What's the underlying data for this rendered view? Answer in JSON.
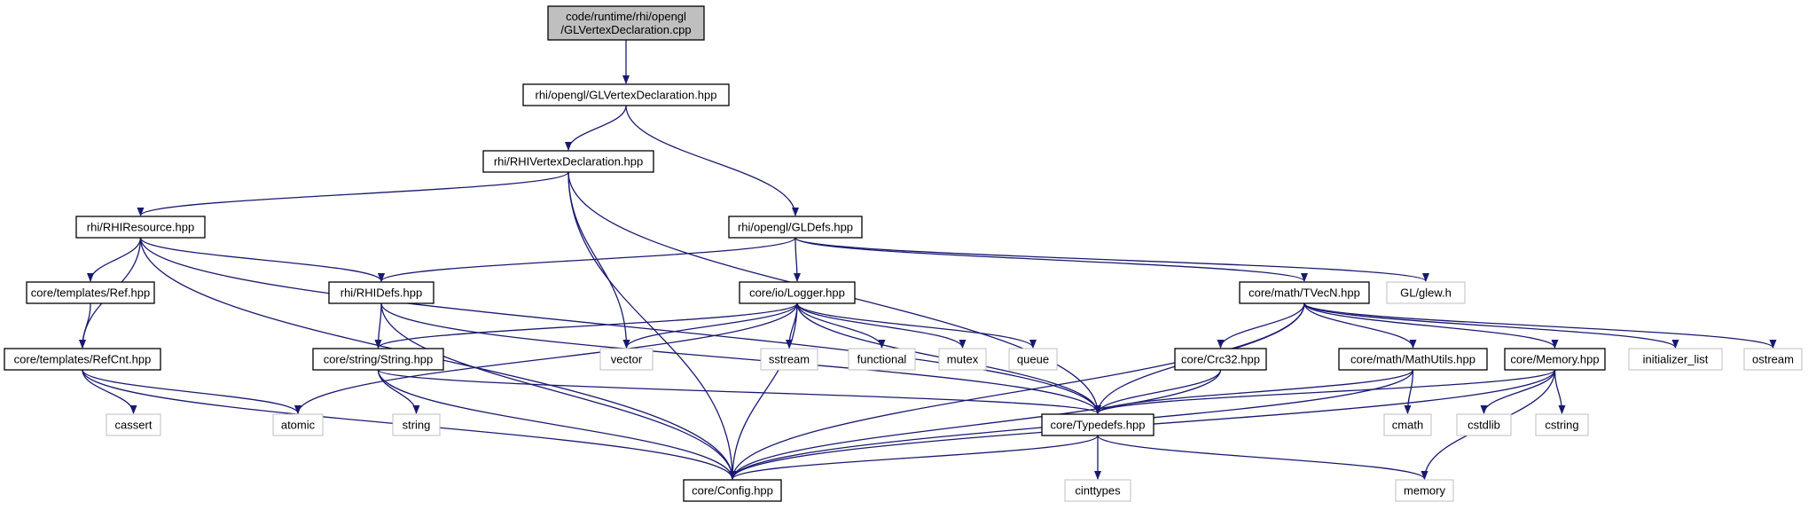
{
  "graph": {
    "colors": {
      "edge": "#191970",
      "node_border": "#000000",
      "external_border": "#bfbfbf",
      "root_fill": "#bfbfbf",
      "background": "#ffffff"
    },
    "nodes": [
      {
        "id": "root",
        "lines": [
          "code/runtime/rhi/opengl",
          "/GLVertexDeclaration.cpp"
        ],
        "kind": "root"
      },
      {
        "id": "glvd",
        "lines": [
          "rhi/opengl/GLVertexDeclaration.hpp"
        ],
        "kind": "file"
      },
      {
        "id": "rhivd",
        "lines": [
          "rhi/RHIVertexDeclaration.hpp"
        ],
        "kind": "file"
      },
      {
        "id": "gldefs",
        "lines": [
          "rhi/opengl/GLDefs.hpp"
        ],
        "kind": "file"
      },
      {
        "id": "rhires",
        "lines": [
          "rhi/RHIResource.hpp"
        ],
        "kind": "file"
      },
      {
        "id": "ref",
        "lines": [
          "core/templates/Ref.hpp"
        ],
        "kind": "file"
      },
      {
        "id": "refcnt",
        "lines": [
          "core/templates/RefCnt.hpp"
        ],
        "kind": "file"
      },
      {
        "id": "rhidefs",
        "lines": [
          "rhi/RHIDefs.hpp"
        ],
        "kind": "file"
      },
      {
        "id": "string_hpp",
        "lines": [
          "core/string/String.hpp"
        ],
        "kind": "file"
      },
      {
        "id": "logger",
        "lines": [
          "core/io/Logger.hpp"
        ],
        "kind": "file"
      },
      {
        "id": "tvecn",
        "lines": [
          "core/math/TVecN.hpp"
        ],
        "kind": "file"
      },
      {
        "id": "crc32",
        "lines": [
          "core/Crc32.hpp"
        ],
        "kind": "file"
      },
      {
        "id": "mathutils",
        "lines": [
          "core/math/MathUtils.hpp"
        ],
        "kind": "file"
      },
      {
        "id": "memory_hpp",
        "lines": [
          "core/Memory.hpp"
        ],
        "kind": "file"
      },
      {
        "id": "typedefs",
        "lines": [
          "core/Typedefs.hpp"
        ],
        "kind": "file"
      },
      {
        "id": "config",
        "lines": [
          "core/Config.hpp"
        ],
        "kind": "file"
      },
      {
        "id": "glew",
        "lines": [
          "GL/glew.h"
        ],
        "kind": "external"
      },
      {
        "id": "vector",
        "lines": [
          "vector"
        ],
        "kind": "external"
      },
      {
        "id": "sstream",
        "lines": [
          "sstream"
        ],
        "kind": "external"
      },
      {
        "id": "functional",
        "lines": [
          "functional"
        ],
        "kind": "external"
      },
      {
        "id": "mutex",
        "lines": [
          "mutex"
        ],
        "kind": "external"
      },
      {
        "id": "queue",
        "lines": [
          "queue"
        ],
        "kind": "external"
      },
      {
        "id": "initlist",
        "lines": [
          "initializer_list"
        ],
        "kind": "external"
      },
      {
        "id": "ostream",
        "lines": [
          "ostream"
        ],
        "kind": "external"
      },
      {
        "id": "cassert",
        "lines": [
          "cassert"
        ],
        "kind": "external"
      },
      {
        "id": "atomic",
        "lines": [
          "atomic"
        ],
        "kind": "external"
      },
      {
        "id": "string_std",
        "lines": [
          "string"
        ],
        "kind": "external"
      },
      {
        "id": "cmath",
        "lines": [
          "cmath"
        ],
        "kind": "external"
      },
      {
        "id": "cstdlib",
        "lines": [
          "cstdlib"
        ],
        "kind": "external"
      },
      {
        "id": "cstring",
        "lines": [
          "cstring"
        ],
        "kind": "external"
      },
      {
        "id": "cinttypes",
        "lines": [
          "cinttypes"
        ],
        "kind": "external"
      },
      {
        "id": "memory_std",
        "lines": [
          "memory"
        ],
        "kind": "external"
      }
    ],
    "edges": [
      [
        "root",
        "glvd"
      ],
      [
        "glvd",
        "rhivd"
      ],
      [
        "glvd",
        "gldefs"
      ],
      [
        "rhivd",
        "rhires"
      ],
      [
        "rhivd",
        "config"
      ],
      [
        "rhivd",
        "typedefs"
      ],
      [
        "rhivd",
        "vector"
      ],
      [
        "gldefs",
        "rhidefs"
      ],
      [
        "gldefs",
        "logger"
      ],
      [
        "gldefs",
        "tvecn"
      ],
      [
        "gldefs",
        "glew"
      ],
      [
        "rhires",
        "ref"
      ],
      [
        "rhires",
        "refcnt"
      ],
      [
        "rhires",
        "rhidefs"
      ],
      [
        "rhires",
        "config"
      ],
      [
        "rhires",
        "typedefs"
      ],
      [
        "ref",
        "refcnt"
      ],
      [
        "refcnt",
        "cassert"
      ],
      [
        "refcnt",
        "atomic"
      ],
      [
        "refcnt",
        "config"
      ],
      [
        "rhidefs",
        "string_hpp"
      ],
      [
        "rhidefs",
        "typedefs"
      ],
      [
        "rhidefs",
        "config"
      ],
      [
        "string_hpp",
        "string_std"
      ],
      [
        "string_hpp",
        "typedefs"
      ],
      [
        "string_hpp",
        "config"
      ],
      [
        "logger",
        "string_hpp"
      ],
      [
        "logger",
        "vector"
      ],
      [
        "logger",
        "sstream"
      ],
      [
        "logger",
        "functional"
      ],
      [
        "logger",
        "mutex"
      ],
      [
        "logger",
        "queue"
      ],
      [
        "logger",
        "atomic"
      ],
      [
        "logger",
        "typedefs"
      ],
      [
        "logger",
        "config"
      ],
      [
        "tvecn",
        "crc32"
      ],
      [
        "tvecn",
        "mathutils"
      ],
      [
        "tvecn",
        "memory_hpp"
      ],
      [
        "tvecn",
        "initlist"
      ],
      [
        "tvecn",
        "ostream"
      ],
      [
        "tvecn",
        "typedefs"
      ],
      [
        "tvecn",
        "config"
      ],
      [
        "crc32",
        "typedefs"
      ],
      [
        "crc32",
        "config"
      ],
      [
        "mathutils",
        "cmath"
      ],
      [
        "mathutils",
        "typedefs"
      ],
      [
        "mathutils",
        "config"
      ],
      [
        "memory_hpp",
        "cstdlib"
      ],
      [
        "memory_hpp",
        "cstring"
      ],
      [
        "memory_hpp",
        "typedefs"
      ],
      [
        "memory_hpp",
        "config"
      ],
      [
        "memory_hpp",
        "memory_std"
      ],
      [
        "typedefs",
        "config"
      ],
      [
        "typedefs",
        "cinttypes"
      ],
      [
        "typedefs",
        "memory_std"
      ]
    ]
  }
}
